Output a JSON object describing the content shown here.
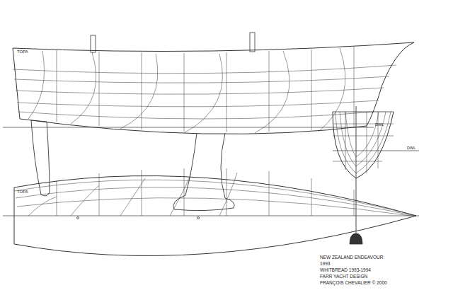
{
  "diagram": {
    "labels": [
      "TOPA",
      "DWL",
      "DWL",
      "TOPA",
      "NEW ZEALAND ENDEAVOUR",
      "1993",
      "WHITBREAD 1993-1994",
      "FARR YACHT DESIGN",
      "FRANÇOIS CHEVALIER © 2000"
    ]
  }
}
